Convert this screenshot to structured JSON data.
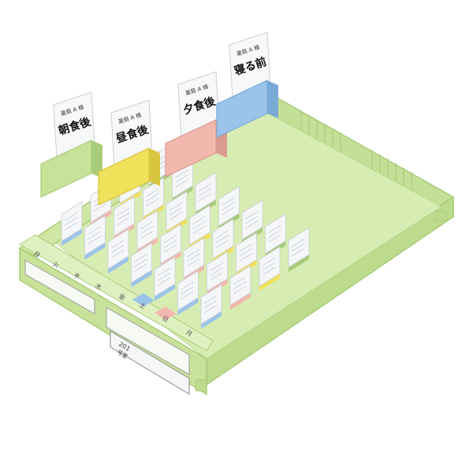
{
  "photo": {
    "subject": "",
    "colors": {
      "tray": "#cfe6a4",
      "tray_dark": "#a9cc7a",
      "tray_edge": "#b6d88c",
      "yellow": "#f0e05a",
      "pink": "#f2b8ad",
      "blue": "#9cc4ea",
      "card": "#f4f6f8",
      "background": "#ffffff"
    }
  },
  "front_label": {
    "days": [
      "月",
      "火",
      "水",
      "木",
      "金",
      "土",
      "日",
      "月"
    ]
  },
  "card_holders": [
    {
      "color": "green",
      "pharmacy": "薬局",
      "patient": "A 様",
      "timing": "朝食後"
    },
    {
      "color": "yellow",
      "pharmacy": "薬局",
      "patient": "A 様",
      "timing": "昼食後"
    },
    {
      "color": "pink",
      "pharmacy": "薬局",
      "patient": "A 様",
      "timing": "夕食後"
    },
    {
      "color": "blue",
      "pharmacy": "薬局",
      "patient": "A 様",
      "timing": "寝る前"
    }
  ],
  "side_label": {
    "room": "201",
    "name": "号室"
  }
}
